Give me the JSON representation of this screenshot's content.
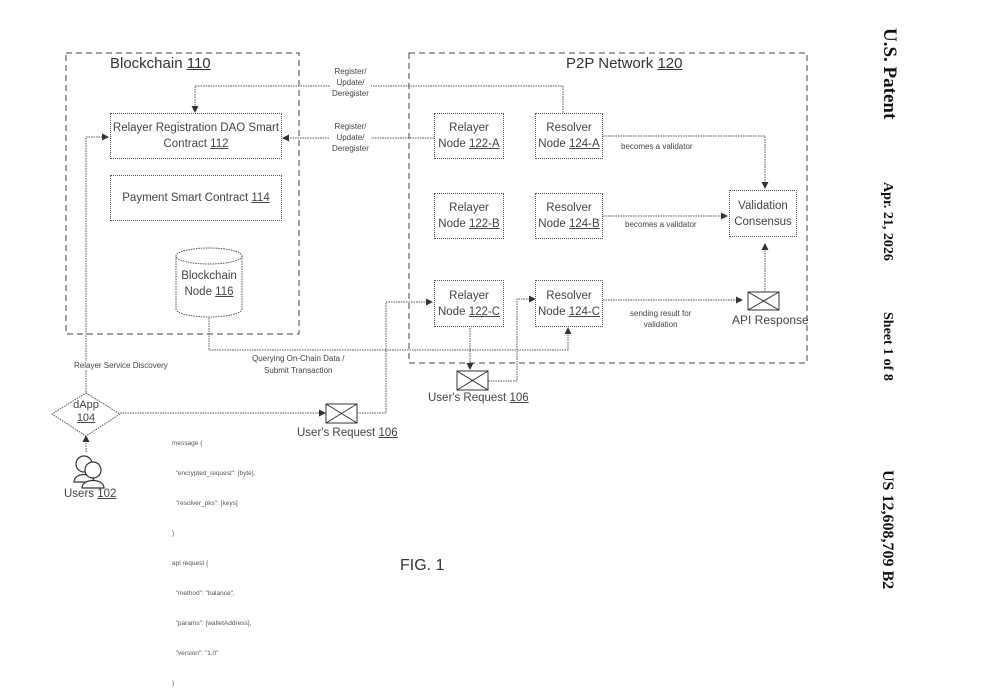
{
  "header": {
    "publication": "U.S. Patent",
    "date": "Apr. 21, 2026",
    "sheet": "Sheet 1 of 8",
    "patent_number": "US 12,608,709 B2"
  },
  "figure": {
    "caption": "FIG. 1"
  },
  "blockchain": {
    "title": "Blockchain",
    "ref": "110",
    "registration_contract": {
      "line1": "Relayer Registration DAO Smart",
      "line2": "Contract",
      "ref": "112"
    },
    "payment_contract": {
      "label": "Payment Smart Contract",
      "ref": "114"
    },
    "node": {
      "line1": "Blockchain",
      "line2": "Node",
      "ref": "116"
    }
  },
  "p2p": {
    "title": "P2P Network",
    "ref": "120",
    "relayers": [
      {
        "line1": "Relayer",
        "line2": "Node",
        "ref": "122-A"
      },
      {
        "line1": "Relayer",
        "line2": "Node",
        "ref": "122-B"
      },
      {
        "line1": "Relayer",
        "line2": "Node",
        "ref": "122-C"
      }
    ],
    "resolvers": [
      {
        "line1": "Resolver",
        "line2": "Node",
        "ref": "124-A"
      },
      {
        "line1": "Resolver",
        "line2": "Node",
        "ref": "124-B"
      },
      {
        "line1": "Resolver",
        "line2": "Node",
        "ref": "124-C"
      }
    ],
    "consensus": {
      "line1": "Validation",
      "line2": "Consensus"
    },
    "api_response": "API Response"
  },
  "edges": {
    "register_top": [
      "Register/",
      "Update/",
      "Deregister"
    ],
    "register_mid": [
      "Register/",
      "Update/",
      "Deregister"
    ],
    "validator_a": "becomes a validator",
    "validator_b": "becomes a validator",
    "sending_result": [
      "sending result for",
      "validation"
    ],
    "querying": [
      "Querying On-Chain Data /",
      "Submit Transaction"
    ],
    "service_discovery": "Relayer Service Discovery"
  },
  "dapp": {
    "label": "dApp",
    "ref": "104"
  },
  "users": {
    "label": "Users",
    "ref": "102"
  },
  "user_request": {
    "label": "User's Request",
    "ref": "106"
  },
  "payload": {
    "lines": [
      "message {",
      "  \"encrypted_request\": [byte],",
      "  \"resolver_pks\": [keys]",
      "}",
      "api request {",
      "  \"method\": \"balance\",",
      "  \"params\": [walletAddress],",
      "  \"version\": \"1.0\"",
      "}"
    ]
  }
}
